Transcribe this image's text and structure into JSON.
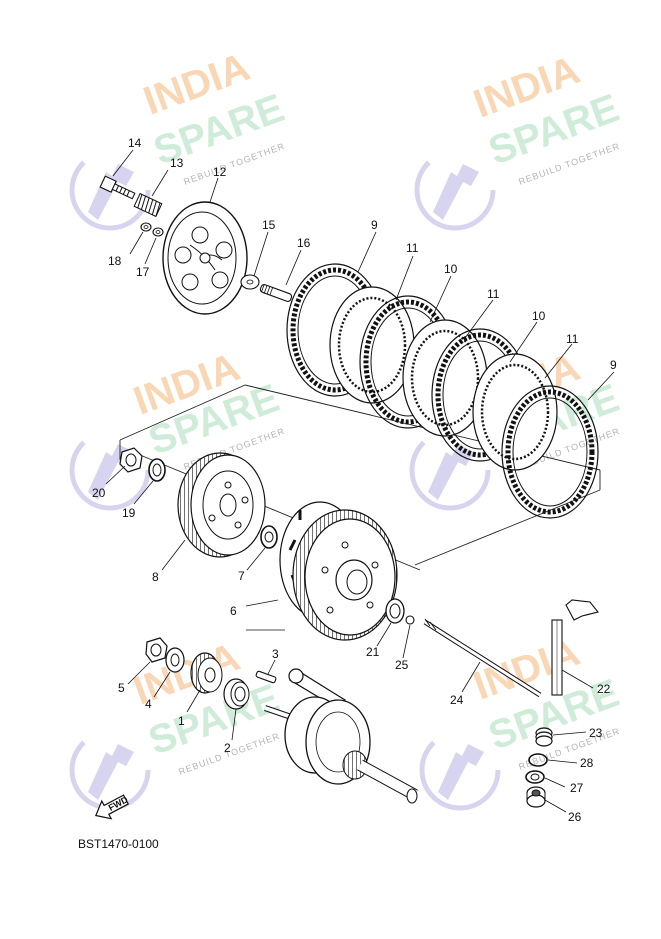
{
  "watermark": {
    "line1": "INDIA",
    "line2": "SPARE",
    "tagline": "REBUILD TOGETHER",
    "color_line1": "#f7c89b",
    "color_line2": "#bfe6cc",
    "color_logo": "#c9c6ea"
  },
  "diagram_code": "BST1470-0100",
  "fwd_label": "FWD",
  "callouts": [
    "14",
    "13",
    "12",
    "18",
    "17",
    "15",
    "16",
    "9",
    "11",
    "10",
    "11",
    "10",
    "11",
    "9",
    "20",
    "19",
    "8",
    "7",
    "6",
    "3",
    "5",
    "4",
    "1",
    "2",
    "21",
    "25",
    "24",
    "22",
    "23",
    "28",
    "27",
    "26"
  ],
  "colors": {
    "line": "#1a1a1a",
    "hatch": "#555555"
  }
}
